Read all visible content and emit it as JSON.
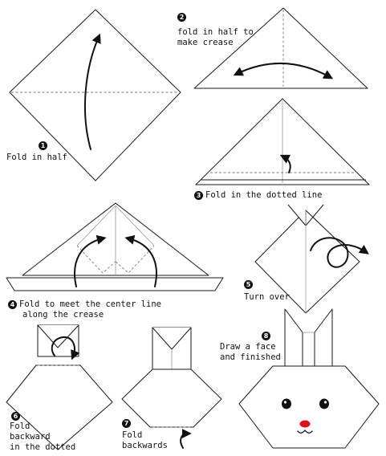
{
  "steps": [
    {
      "number": "1",
      "lines": [
        "Fold in half"
      ]
    },
    {
      "number": "2",
      "lines": [
        "fold in half to",
        "make crease"
      ]
    },
    {
      "number": "3",
      "lines": [
        "Fold in the dotted line"
      ]
    },
    {
      "number": "4",
      "lines": [
        "Fold to meet the center line",
        "along the crease"
      ]
    },
    {
      "number": "5",
      "lines": [
        "Turn over"
      ]
    },
    {
      "number": "6",
      "lines": [
        "Fold",
        "backward",
        "in the dotted"
      ]
    },
    {
      "number": "7",
      "lines": [
        "Fold",
        "backwards"
      ]
    },
    {
      "number": "8",
      "lines": [
        "Draw a face",
        "and finished"
      ]
    }
  ],
  "colors": {
    "paper": "#ffffff",
    "outline": "#1a1a1a",
    "fold_line": "#777777",
    "arrow": "#111111",
    "nose": "#e0101e"
  },
  "icons": [
    "curved-arrow",
    "double-headed-arrow",
    "loop-arrow",
    "step-number-badge"
  ]
}
